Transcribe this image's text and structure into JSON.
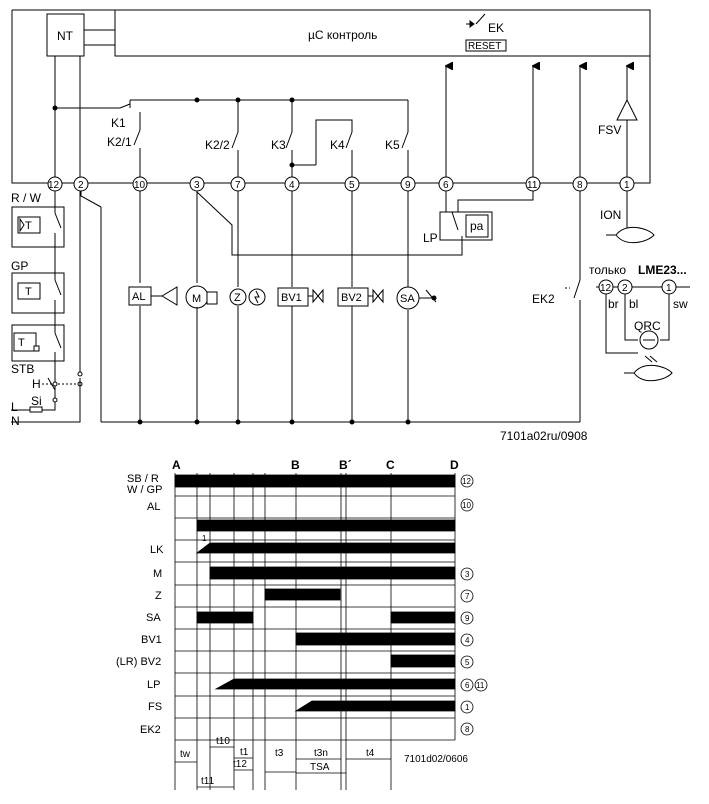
{
  "circuit": {
    "nt_label": "NT",
    "controller_label": "µC контроль",
    "ek_label": "EK",
    "reset_label": "RESET",
    "fsv_label": "FSV",
    "ion_label": "ION",
    "lp_label": "LP",
    "pa_label": "pa",
    "only_label": "только",
    "model_label": "LME23...",
    "ek2_label": "EK2",
    "qrc_label": "QRC",
    "wire_br": "br",
    "wire_bl": "bl",
    "wire_sw": "sw",
    "relay_k1": "K1",
    "relay_k21": "K2/1",
    "relay_k22": "K2/2",
    "relay_k3": "K3",
    "relay_k4": "K4",
    "relay_k5": "K5",
    "left_rw": "R / W",
    "left_gp": "GP",
    "left_stb": "STB",
    "left_h": "H",
    "left_si": "Si",
    "left_l": "L",
    "left_n": "N",
    "t_label": "T",
    "terminals": [
      "12",
      "2",
      "10",
      "3",
      "7",
      "4",
      "5",
      "9",
      "6",
      "11",
      "8",
      "1"
    ],
    "local_terminals": [
      "12",
      "2",
      "1"
    ],
    "load_al": "AL",
    "load_m": "M",
    "load_z": "Z",
    "load_bv1": "BV1",
    "load_bv2": "BV2",
    "load_sa": "SA",
    "doc_code": "7101a02ru/0908"
  },
  "timing": {
    "phases": [
      "A",
      "B",
      "B´",
      "C",
      "D"
    ],
    "rows": [
      {
        "label": "SB / R",
        "label2": "W / GP",
        "term": "12"
      },
      {
        "label": "AL",
        "label2": "",
        "term": "10"
      },
      {
        "label": "",
        "label2": "",
        "term": ""
      },
      {
        "label": "LK",
        "label2": "",
        "term": ""
      },
      {
        "label": "M",
        "label2": "",
        "term": "3"
      },
      {
        "label": "Z",
        "label2": "",
        "term": "7"
      },
      {
        "label": "SA",
        "label2": "",
        "term": "9"
      },
      {
        "label": "BV1",
        "label2": "",
        "term": "4"
      },
      {
        "label": "(LR) BV2",
        "label2": "",
        "term": "5"
      },
      {
        "label": "LP",
        "label2": "",
        "term": "6"
      },
      {
        "label": "FS",
        "label2": "",
        "term": "1"
      },
      {
        "label": "EK2",
        "label2": "",
        "term": "8"
      }
    ],
    "lp_extra_term": "11",
    "marker_1": "1",
    "t_labels": {
      "tw": "tw",
      "t10": "t10",
      "t1": "t1",
      "t12": "t12",
      "t3": "t3",
      "t3n": "t3n",
      "t4": "t4",
      "t11": "t11",
      "tsa": "TSA"
    },
    "doc_code": "7101d02/0606"
  }
}
